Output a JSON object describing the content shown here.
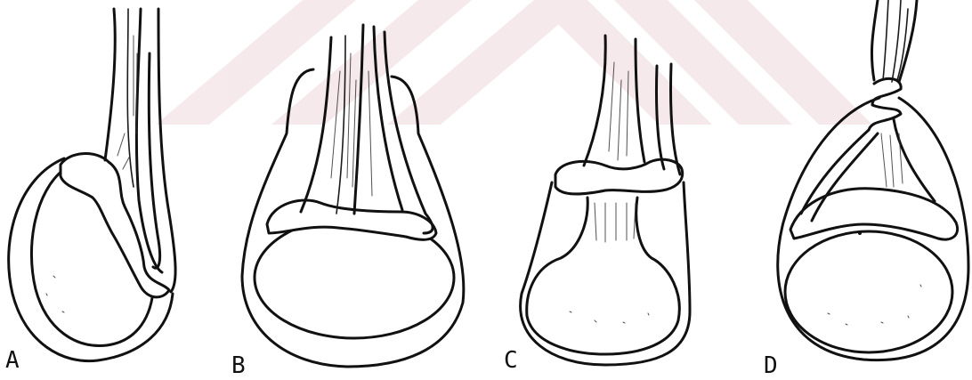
{
  "panels": [
    {
      "label": "A"
    },
    {
      "label": "B"
    },
    {
      "label": "C"
    },
    {
      "label": "D"
    }
  ],
  "colors": {
    "ink": "#111111",
    "watermark": "#a0182a",
    "background": "#ffffff"
  }
}
